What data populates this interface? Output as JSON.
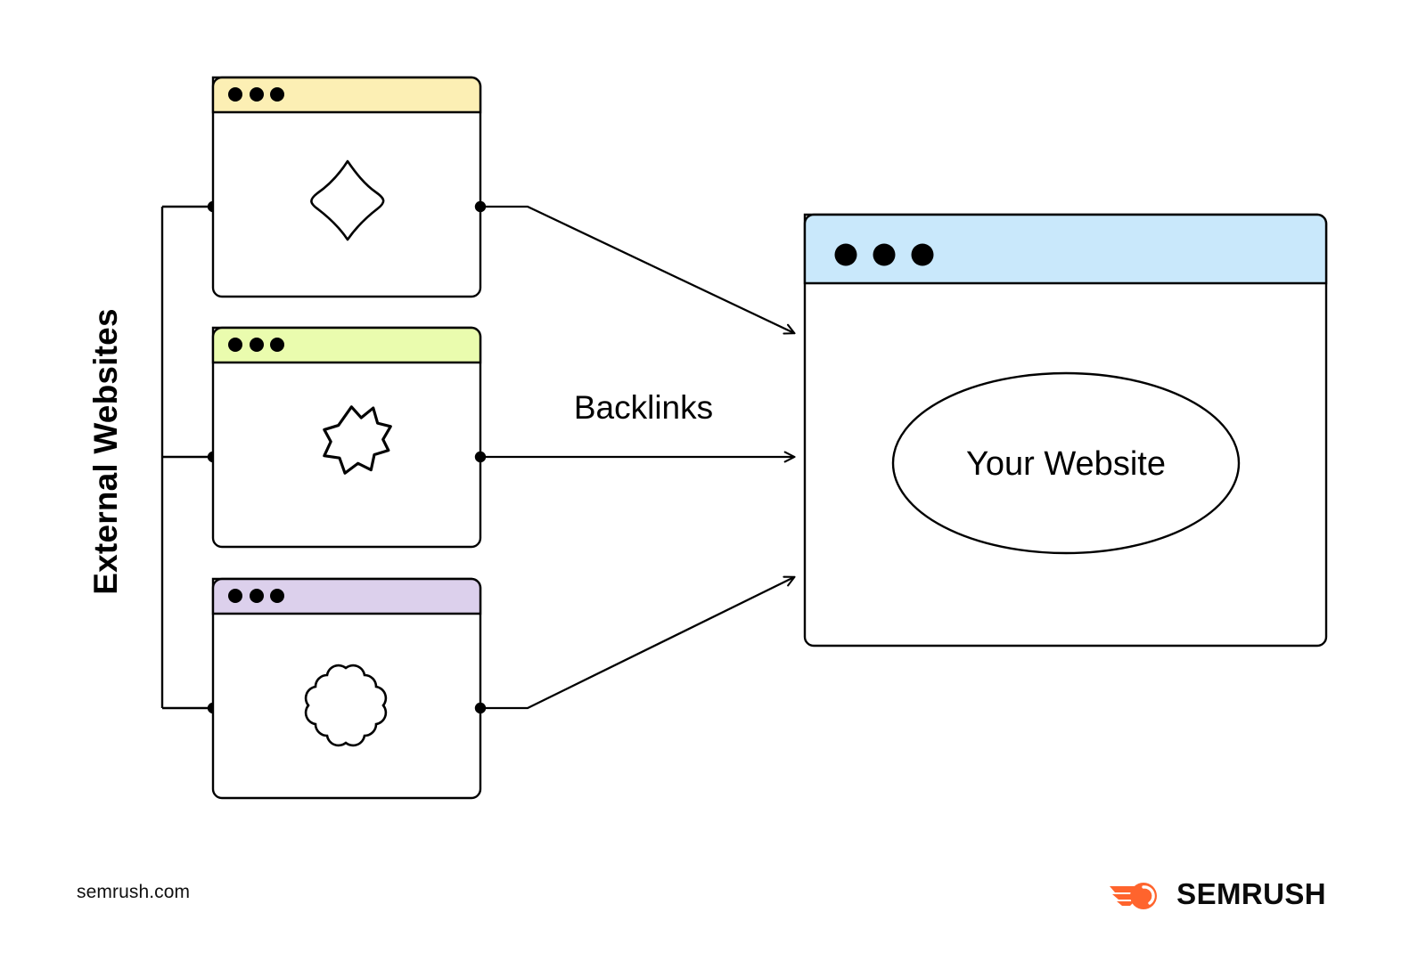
{
  "diagram": {
    "type": "flow",
    "axis_label": "External Websites",
    "edge_label": "Backlinks",
    "target_label": "Your Website",
    "external_windows": [
      {
        "id": "window-yellow",
        "titlebar_color": "#FCEFB4",
        "dot_color": "#000000",
        "dot_count": 3,
        "shape": "diamond-blob-icon"
      },
      {
        "id": "window-lime",
        "titlebar_color": "#EAFCAE",
        "dot_color": "#000000",
        "dot_count": 3,
        "shape": "star-blob-icon"
      },
      {
        "id": "window-lavender",
        "titlebar_color": "#DCD0EC",
        "dot_color": "#000000",
        "dot_count": 3,
        "shape": "flower-blob-icon"
      }
    ],
    "target_window": {
      "id": "window-your-website",
      "titlebar_color": "#C9E8FB",
      "dot_color": "#000000",
      "dot_count": 3,
      "shape": "ellipse"
    },
    "connector_color": "#000000",
    "arrow_count": 3
  },
  "footer": {
    "url": "semrush.com",
    "brand_name": "SEMRUSH",
    "brand_color": "#FF642D",
    "brand_text_color": "#0B0B0B"
  }
}
